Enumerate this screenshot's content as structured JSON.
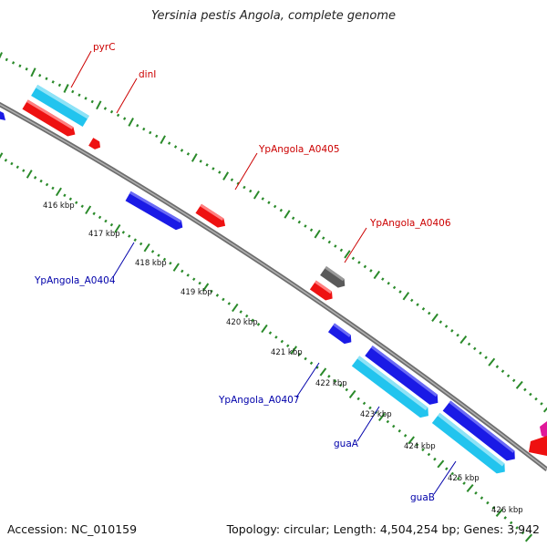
{
  "title": "Yersinia pestis Angola, complete genome",
  "footer": {
    "accession": "Accession: NC_010159",
    "topology": "Topology: circular; Length: 4,504,254 bp; Genes: 3,942"
  },
  "colors": {
    "backbone": "#808080",
    "tick": "#2a8a2a",
    "red_gene": "#ee1111",
    "blue_gene": "#1a1ae6",
    "cyan_gene": "#22c4ee",
    "gray_gene": "#5a5a5a",
    "magenta_gene": "#e0199a",
    "red_label": "#cc0000",
    "blue_label": "#0000aa"
  },
  "scale_labels": [
    "416 kbp",
    "417 kbp",
    "418 kbp",
    "419 kbp",
    "420 kbp",
    "421 kbp",
    "422 kbp",
    "423 kbp",
    "424 kbp",
    "425 kbp",
    "426 kbp"
  ],
  "gene_labels": {
    "pyrC": "pyrC",
    "dinI": "dinI",
    "A0405": "YpAngola_A0405",
    "A0406": "YpAngola_A0406",
    "A0404": "YpAngola_A0404",
    "A0407": "YpAngola_A0407",
    "guaA": "guaA",
    "guaB": "guaB"
  }
}
